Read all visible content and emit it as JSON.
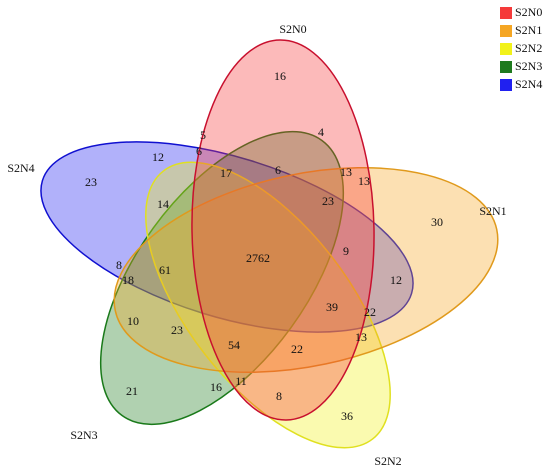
{
  "sets": [
    {
      "name": "S2N0",
      "fill": "#f53a3a",
      "stroke": "#c8102e"
    },
    {
      "name": "S2N1",
      "fill": "#f5a623",
      "stroke": "#e09a1c"
    },
    {
      "name": "S2N2",
      "fill": "#f2f21a",
      "stroke": "#e0e020"
    },
    {
      "name": "S2N3",
      "fill": "#1e7a1e",
      "stroke": "#1a7a1a"
    },
    {
      "name": "S2N4",
      "fill": "#2020f0",
      "stroke": "#1010d0"
    }
  ],
  "legend": [
    "S2N0",
    "S2N1",
    "S2N2",
    "S2N3",
    "S2N4"
  ],
  "counts": [
    "16",
    "4",
    "5",
    "6",
    "17",
    "6",
    "13",
    "13",
    "23",
    "12",
    "23",
    "14",
    "30",
    "9",
    "2762",
    "61",
    "8",
    "18",
    "12",
    "39",
    "22",
    "10",
    "23",
    "54",
    "22",
    "13",
    "16",
    "11",
    "8",
    "21",
    "36"
  ]
}
